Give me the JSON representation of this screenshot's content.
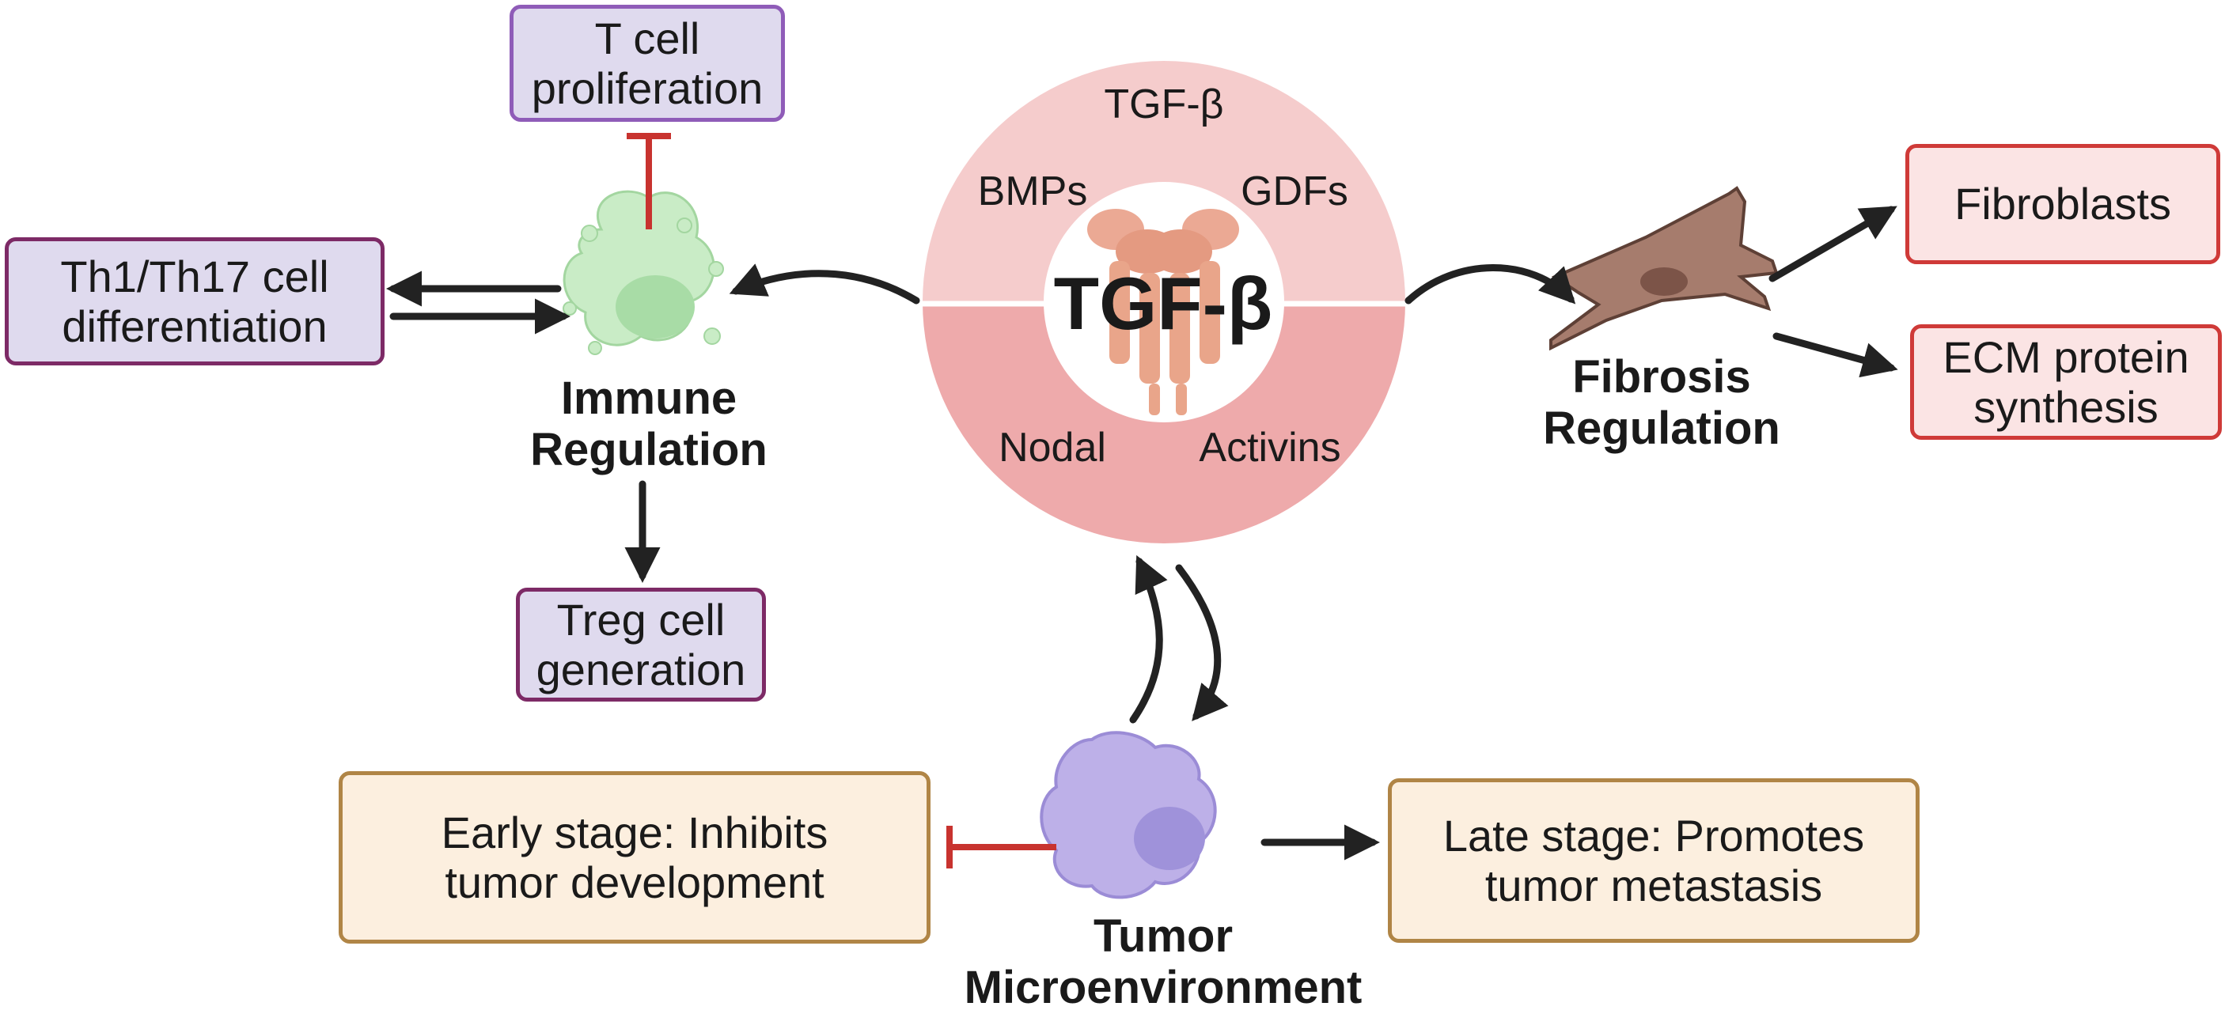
{
  "center": {
    "title": "TGF-β",
    "ring_labels": {
      "top": "TGF-β",
      "upper_left": "BMPs",
      "upper_right": "GDFs",
      "lower_left": "Nodal",
      "lower_right": "Activins"
    }
  },
  "immune": {
    "label_line1": "Immune",
    "label_line2": "Regulation",
    "t_cell": {
      "line1": "T cell",
      "line2": "proliferation"
    },
    "th_cell": {
      "line1": "Th1/Th17 cell",
      "line2": "differentiation"
    },
    "treg": {
      "line1": "Treg cell",
      "line2": "generation"
    }
  },
  "fibrosis": {
    "label_line1": "Fibrosis",
    "label_line2": "Regulation",
    "fibroblasts": "Fibroblasts",
    "ecm": {
      "line1": "ECM protein",
      "line2": "synthesis"
    }
  },
  "tumor": {
    "label_line1": "Tumor",
    "label_line2": "Microenvironment",
    "early": {
      "line1": "Early stage: Inhibits",
      "line2": "tumor development"
    },
    "late": {
      "line1": "Late stage: Promotes",
      "line2": "tumor metastasis"
    }
  },
  "colors": {
    "ring_top": "#f5cccc",
    "ring_bottom": "#eeaaab",
    "receptor": "#e9a58a",
    "immune_cell": "#c9ecc6",
    "fibroblast": "#a67c6d",
    "tumor_cell": "#bdb0e8",
    "activation_arrow": "#222222",
    "inhibition": "#c8332f"
  }
}
